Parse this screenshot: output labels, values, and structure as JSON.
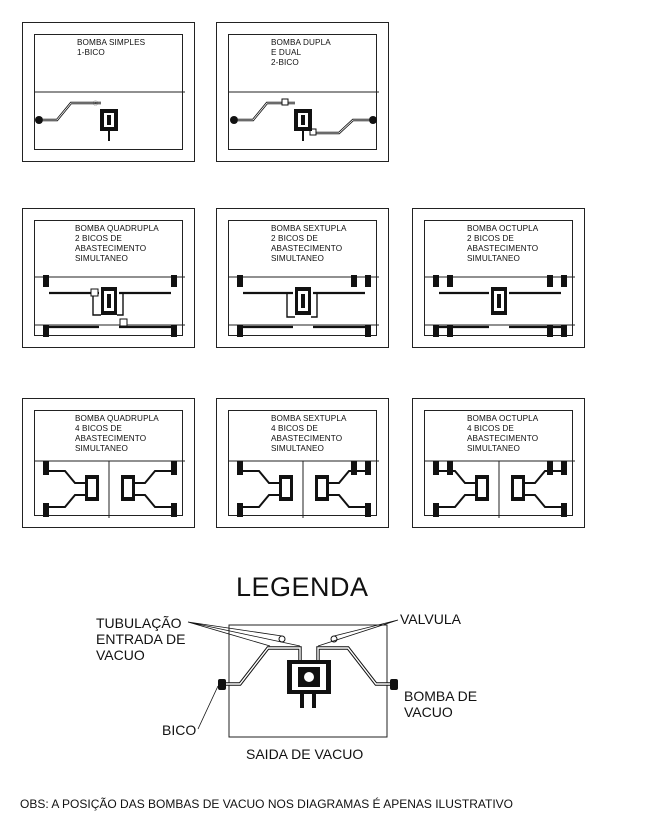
{
  "panels": [
    {
      "lines": [
        "BOMBA SIMPLES",
        "1-BICO"
      ]
    },
    {
      "lines": [
        "BOMBA DUPLA",
        "E DUAL",
        "2-BICO"
      ]
    },
    {
      "lines": [
        "BOMBA QUADRUPLA",
        "2 BICOS DE",
        "ABASTECIMENTO",
        "SIMULTANEO"
      ]
    },
    {
      "lines": [
        "BOMBA SEXTUPLA",
        "2 BICOS DE",
        "ABASTECIMENTO",
        "SIMULTANEO"
      ]
    },
    {
      "lines": [
        "BOMBA OCTUPLA",
        "2 BICOS DE",
        "ABASTECIMENTO",
        "SIMULTANEO"
      ]
    },
    {
      "lines": [
        "BOMBA QUADRUPLA",
        "4 BICOS DE",
        "ABASTECIMENTO",
        "SIMULTANEO"
      ]
    },
    {
      "lines": [
        "BOMBA SEXTUPLA",
        "4 BICOS DE",
        "ABASTECIMENTO",
        "SIMULTANEO"
      ]
    },
    {
      "lines": [
        "BOMBA OCTUPLA",
        "4 BICOS DE",
        "ABASTECIMENTO",
        "SIMULTANEO"
      ]
    }
  ],
  "legend": {
    "title": "LEGENDA",
    "tubulacao": [
      "TUBULAÇÃO",
      "ENTRADA DE",
      "VACUO"
    ],
    "valvula": "VALVULA",
    "bomba": [
      "BOMBA DE",
      "VACUO"
    ],
    "bico": "BICO",
    "saida": "SAIDA DE VACUO"
  },
  "obs": "OBS: A POSIÇÃO DAS BOMBAS DE VACUO NOS DIAGRAMAS É APENAS ILUSTRATIVO"
}
